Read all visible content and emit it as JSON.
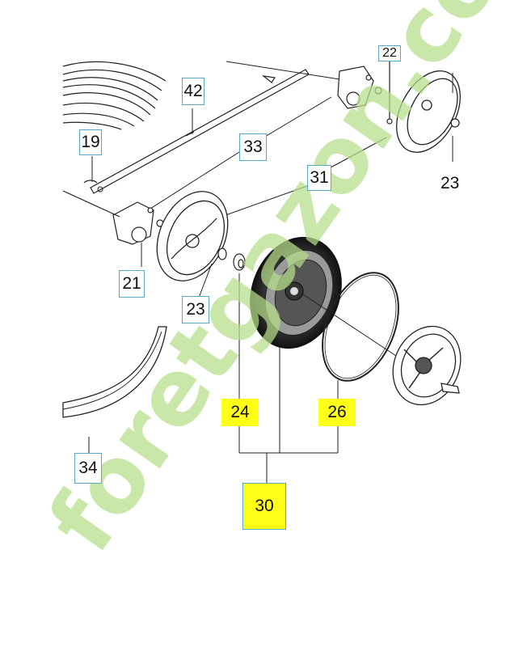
{
  "diagram": {
    "callouts": {
      "c42": "42",
      "c19": "19",
      "c33": "33",
      "c31": "31",
      "c23a": "23",
      "c21": "21",
      "c23b": "23",
      "c24": "24",
      "c26": "26",
      "c34": "34",
      "c30": "30",
      "c22_partial": "22"
    },
    "highlight_color": "#ffff1a",
    "callout_border_color": "#57a9c9"
  },
  "watermark": {
    "text": "foretgazon.com",
    "color_green": "#b7de8a",
    "color_orange": "#f2c393",
    "color_gray": "#c9c3b8"
  }
}
